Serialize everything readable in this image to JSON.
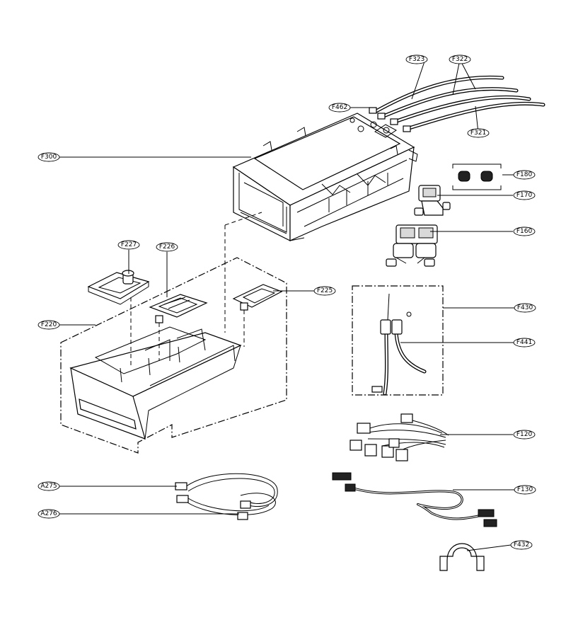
{
  "labels": {
    "F323": "F323",
    "F322": "F322",
    "F462": "F462",
    "F321": "F321",
    "F300": "F300",
    "F180": "F180",
    "F170": "F170",
    "F160": "F160",
    "F227": "F227",
    "F226": "F226",
    "F225": "F225",
    "F220": "F220",
    "F430": "F430",
    "F441": "F441",
    "F120": "F120",
    "A275": "A275",
    "A276": "A276",
    "F130": "F130",
    "F432": "F432"
  }
}
